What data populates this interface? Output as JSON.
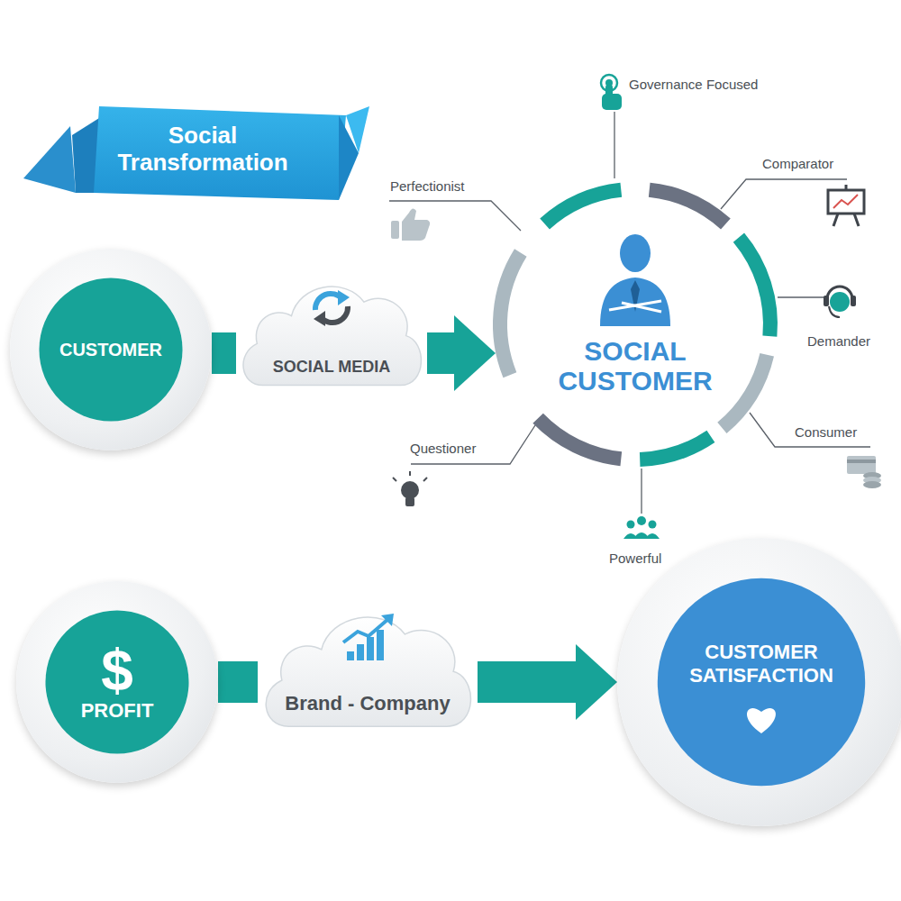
{
  "diagram": {
    "title": "Social Transformation",
    "nodes": [
      {
        "text": [
          "CUSTOMER"
        ]
      },
      {
        "text": [
          "SOCIAL MEDIA"
        ]
      },
      {
        "text": [
          "SOCIAL CUSTOMER"
        ]
      },
      {
        "text": [
          "$",
          "PROFIT"
        ]
      },
      {
        "text": [
          "Brand - Company"
        ]
      },
      {
        "text": [
          "CUSTOMER SATISFACTION"
        ]
      }
    ],
    "edges": [
      {
        "from": 0,
        "to": 1,
        "arrow": "none"
      },
      {
        "from": 1,
        "to": 2,
        "arrow": "to"
      },
      {
        "from": 3,
        "to": 4,
        "arrow": "none"
      },
      {
        "from": 4,
        "to": 5,
        "arrow": "to"
      }
    ],
    "labels": [
      "Governance Focused",
      "Comparator",
      "Demander",
      "Consumer",
      "Powerful",
      "Questioner",
      "Perfectionist"
    ]
  }
}
